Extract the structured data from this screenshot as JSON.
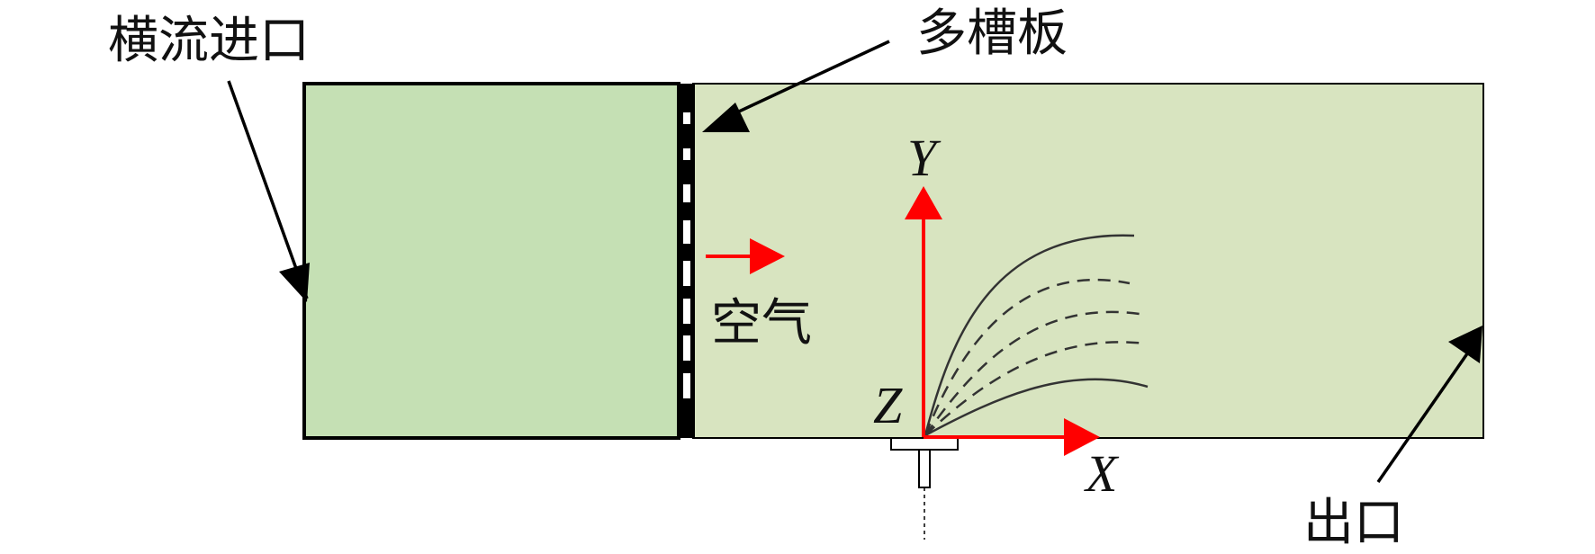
{
  "labels": {
    "inlet": "横流进口",
    "slot_plate": "多槽板",
    "air": "空气",
    "outlet": "出口"
  },
  "axes": {
    "x": "X",
    "y": "Y",
    "z": "Z"
  },
  "colors": {
    "inlet_fill": "#c5e0b4",
    "channel_fill": "#d8e4c0",
    "axis_red": "#ff0000",
    "outline": "#000000"
  }
}
